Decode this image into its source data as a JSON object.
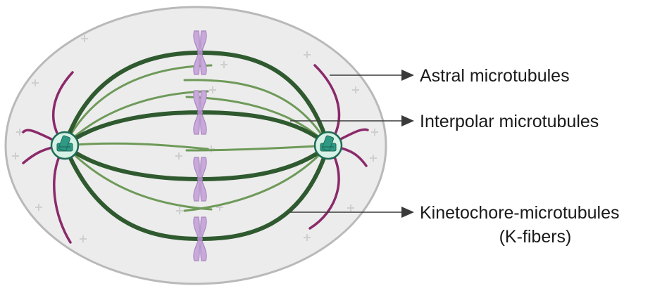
{
  "labels": {
    "astral": "Astral microtubules",
    "interpolar": "Interpolar microtubules",
    "kinetochore_line1": "Kinetochore-microtubules",
    "kinetochore_line2": "(K-fibers)"
  },
  "colors": {
    "cell_fill": "#ececec",
    "cell_stroke": "#b9b9b9",
    "kinetochore_fiber": "#2f5a2f",
    "interpolar_fiber": "#6e9a59",
    "astral_fiber": "#8a2a6a",
    "chromosome": "#c9a9dc",
    "chromosome_stroke": "#a987bf",
    "centrosome_fill": "#d6f1e6",
    "centrosome_stroke": "#1f6b55",
    "centriole": "#2e9a86",
    "plus_sign": "#cfcfcf",
    "arrow": "#3a3a3a"
  },
  "icons": {
    "centrosome_left": "centrosome-icon",
    "centrosome_right": "centrosome-icon",
    "chromosome": "chromosome-icon",
    "plus": "plus-end-marker"
  }
}
